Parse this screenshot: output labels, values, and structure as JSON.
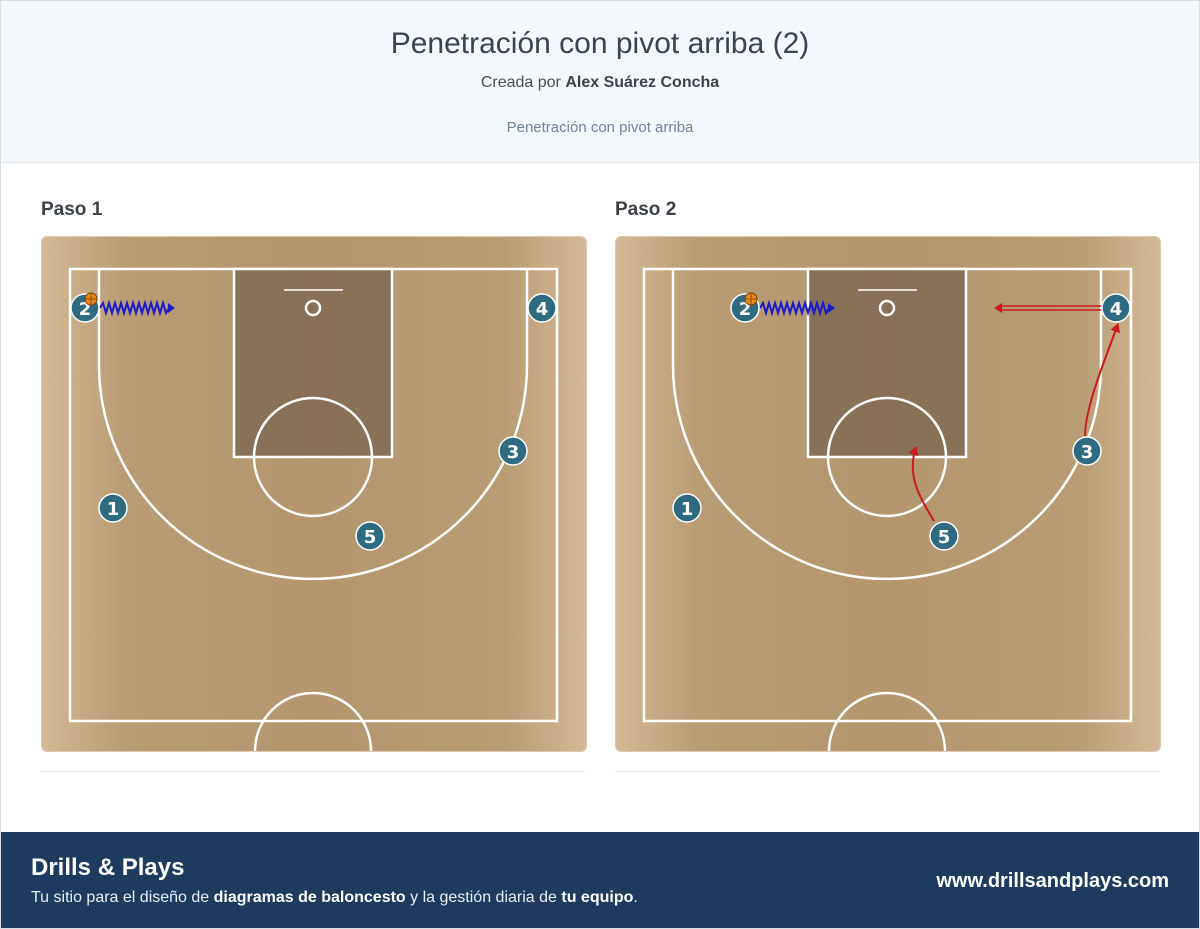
{
  "header": {
    "title": "Penetración con pivot arriba (2)",
    "created_by_prefix": "Creada por",
    "author": "Alex Suárez Concha",
    "description": "Penetración con pivot arriba"
  },
  "steps": [
    {
      "label": "Paso 1",
      "players": [
        {
          "number": "1"
        },
        {
          "number": "2",
          "has_ball": true
        },
        {
          "number": "3"
        },
        {
          "number": "4"
        },
        {
          "number": "5"
        }
      ],
      "actions": [
        {
          "type": "dribble",
          "player": "2",
          "color": "#1a1acc"
        }
      ]
    },
    {
      "label": "Paso 2",
      "players": [
        {
          "number": "1"
        },
        {
          "number": "2",
          "has_ball": true
        },
        {
          "number": "3"
        },
        {
          "number": "4"
        },
        {
          "number": "5"
        }
      ],
      "actions": [
        {
          "type": "dribble",
          "player": "2",
          "color": "#1a1acc"
        },
        {
          "type": "screen_or_move",
          "player": "4",
          "color": "#cc1a1a"
        },
        {
          "type": "move",
          "player": "3",
          "color": "#cc1a1a"
        },
        {
          "type": "move",
          "player": "5",
          "color": "#cc1a1a"
        }
      ]
    }
  ],
  "colors": {
    "player_fill": "#2f6b80",
    "court_wood": "#b89c74",
    "paint": "#7f6a54",
    "footer_bg": "#1f3a5f"
  },
  "footer": {
    "brand": "Drills & Plays",
    "tagline_1": "Tu sitio para el diseño de",
    "tagline_bold_1": "diagramas de baloncesto",
    "tagline_2": "y la gestión diaria de",
    "tagline_bold_2": "tu equipo",
    "tagline_end": ".",
    "website": "www.drillsandplays.com"
  }
}
